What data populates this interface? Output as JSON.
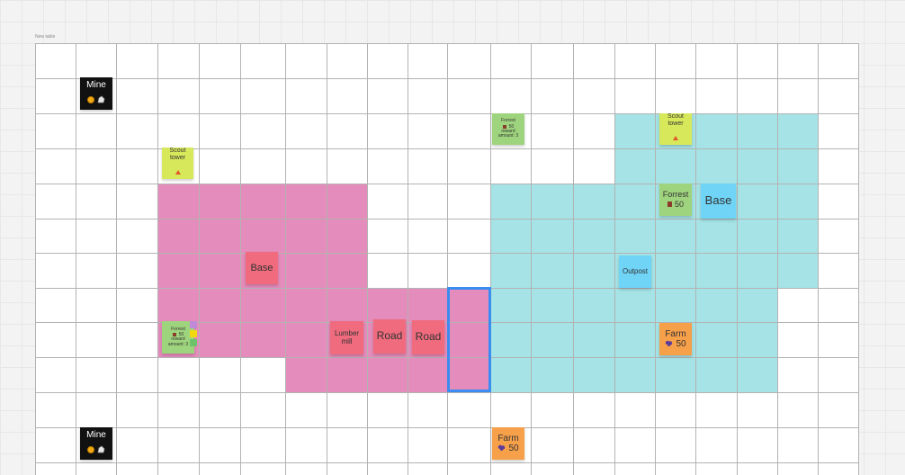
{
  "board": {
    "title": "New table",
    "colors": {
      "page_bg": "#f3f3f3",
      "cell_bg": "#ffffff",
      "grid_line": "#b3b3b3",
      "pink_territory": "#e48cbb",
      "teal_territory": "#a5e3e6",
      "selection": "#3b8cf0"
    }
  },
  "stickies": {
    "mine_top": {
      "label": "Mine",
      "color": "#111111"
    },
    "mine_bottom": {
      "label": "Mine",
      "color": "#111111"
    },
    "scout_left": {
      "label": "Scout tower",
      "color": "#d7e85a"
    },
    "scout_right": {
      "label": "Scout tower",
      "color": "#d7e85a"
    },
    "forrest_top": {
      "label": "Forrest",
      "amount": "50",
      "extra": "reward amount: 3",
      "color": "#9fd47e"
    },
    "forrest_left": {
      "label": "Forrest",
      "amount": "50",
      "extra": "reward amount: 3",
      "color": "#9fd47e"
    },
    "forrest_right": {
      "label": "Forrest",
      "amount": "50",
      "color": "#9fd47e"
    },
    "base_right": {
      "label": "Base",
      "color": "#6fd4f6"
    },
    "base_left": {
      "label": "Base",
      "color": "#ef6b7d"
    },
    "outpost": {
      "label": "Outpost",
      "color": "#6fd4f6"
    },
    "farm_right": {
      "label": "Farm",
      "amount": "50",
      "color": "#f7a04a"
    },
    "farm_bottom": {
      "label": "Farm",
      "amount": "50",
      "color": "#f7a04a"
    },
    "lumber_mill": {
      "label": "Lumber mill",
      "color": "#ef6b7d"
    },
    "road_1": {
      "label": "Road",
      "color": "#ef6b7d"
    },
    "road_2": {
      "label": "Road",
      "color": "#ef6b7d"
    }
  }
}
